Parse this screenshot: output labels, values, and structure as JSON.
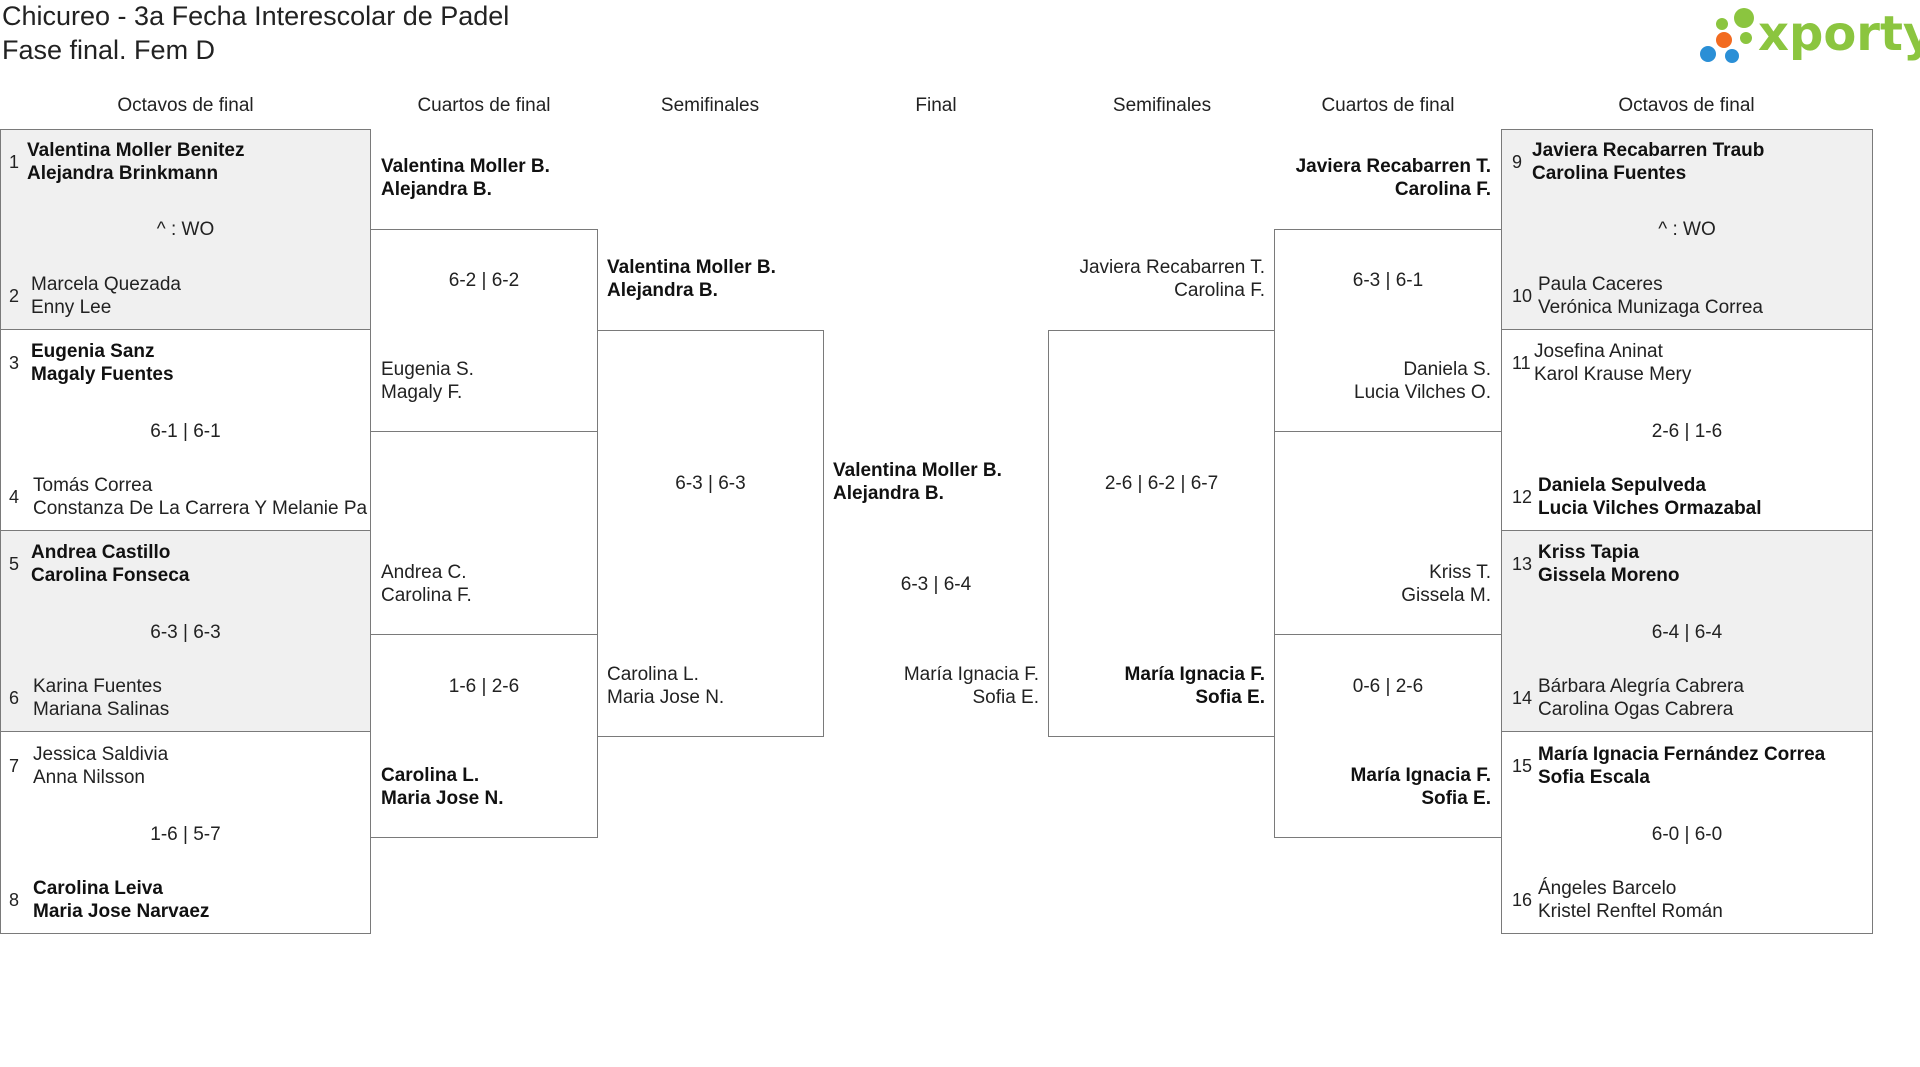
{
  "title": "Chicureo - 3a Fecha Interescolar de Padel",
  "subtitle": "Fase final. Fem D",
  "logo": {
    "text": "xporty",
    "icon": "xporty-dots-logo",
    "color_green": "#8bc53f",
    "color_blue": "#2a8fd6",
    "color_orange": "#f26b21"
  },
  "headers": {
    "l_r16": "Octavos de final",
    "l_qf": "Cuartos de final",
    "l_sf": "Semifinales",
    "final": "Final",
    "r_sf": "Semifinales",
    "r_qf": "Cuartos de final",
    "r_r16": "Octavos de final"
  },
  "left_r16": [
    {
      "top_seed": "1",
      "top_p1": "Valentina Moller Benitez",
      "top_p2": "Alejandra Brinkmann",
      "score": "^ : WO",
      "bot_seed": "2",
      "bot_p1": "Marcela Quezada",
      "bot_p2": "Enny Lee"
    },
    {
      "top_seed": "3",
      "top_p1": "Eugenia Sanz",
      "top_p2": "Magaly Fuentes",
      "score": "6-1 | 6-1",
      "bot_seed": "4",
      "bot_p1": "Tomás Correa",
      "bot_p2": "Constanza De La Carrera Y Melanie Pa"
    },
    {
      "top_seed": "5",
      "top_p1": "Andrea Castillo",
      "top_p2": "Carolina Fonseca",
      "score": "6-3 | 6-3",
      "bot_seed": "6",
      "bot_p1": "Karina Fuentes",
      "bot_p2": "Mariana Salinas"
    },
    {
      "top_seed": "7",
      "top_p1": "Jessica Saldivia",
      "top_p2": "Anna Nilsson",
      "score": "1-6 | 5-7",
      "bot_seed": "8",
      "bot_p1": "Carolina Leiva",
      "bot_p2": "Maria Jose Narvaez"
    }
  ],
  "right_r16": [
    {
      "top_seed": "9",
      "top_p1": "Javiera Recabarren Traub",
      "top_p2": "Carolina Fuentes",
      "score": "^ : WO",
      "bot_seed": "10",
      "bot_p1": "Paula Caceres",
      "bot_p2": "Verónica Munizaga Correa"
    },
    {
      "top_seed": "11",
      "top_p1": "Josefina Aninat",
      "top_p2": "Karol Krause Mery",
      "score": "2-6 | 1-6",
      "bot_seed": "12",
      "bot_p1": "Daniela Sepulveda",
      "bot_p2": "Lucia Vilches Ormazabal"
    },
    {
      "top_seed": "13",
      "top_p1": "Kriss Tapia",
      "top_p2": "Gissela Moreno",
      "score": "6-4 | 6-4",
      "bot_seed": "14",
      "bot_p1": "Bárbara Alegría Cabrera",
      "bot_p2": "Carolina Ogas Cabrera"
    },
    {
      "top_seed": "15",
      "top_p1": "María Ignacia Fernández Correa",
      "top_p2": "Sofia Escala",
      "score": "6-0 | 6-0",
      "bot_seed": "16",
      "bot_p1": "Ángeles Barcelo",
      "bot_p2": "Kristel Renftel Román"
    }
  ],
  "left_qf": [
    {
      "top_p1": "Valentina Moller B.",
      "top_p2": "Alejandra B.",
      "score": "6-2 | 6-2",
      "bot_p1": "Eugenia S.",
      "bot_p2": "Magaly F."
    },
    {
      "top_p1": "Andrea C.",
      "top_p2": "Carolina F.",
      "score": "1-6 | 2-6",
      "bot_p1": "Carolina L.",
      "bot_p2": "Maria Jose N."
    }
  ],
  "right_qf": [
    {
      "top_p1": "Javiera Recabarren T.",
      "top_p2": "Carolina F.",
      "score": "6-3 | 6-1",
      "bot_p1": "Daniela S.",
      "bot_p2": "Lucia Vilches O."
    },
    {
      "top_p1": "Kriss T.",
      "top_p2": "Gissela M.",
      "score": "0-6 | 2-6",
      "bot_p1": "María Ignacia F.",
      "bot_p2": "Sofia E."
    }
  ],
  "left_sf": {
    "top_p1": "Valentina Moller B.",
    "top_p2": "Alejandra B.",
    "score": "6-3 | 6-3",
    "bot_p1": "Carolina L.",
    "bot_p2": "Maria Jose N."
  },
  "right_sf": {
    "top_p1": "Javiera Recabarren T.",
    "top_p2": "Carolina F.",
    "score": "2-6 | 6-2 | 6-7",
    "bot_p1": "María Ignacia F.",
    "bot_p2": "Sofia E."
  },
  "final": {
    "top_p1": "Valentina Moller B.",
    "top_p2": "Alejandra B.",
    "score": "6-3 | 6-4",
    "bot_p1": "María Ignacia F.",
    "bot_p2": "Sofia E."
  }
}
